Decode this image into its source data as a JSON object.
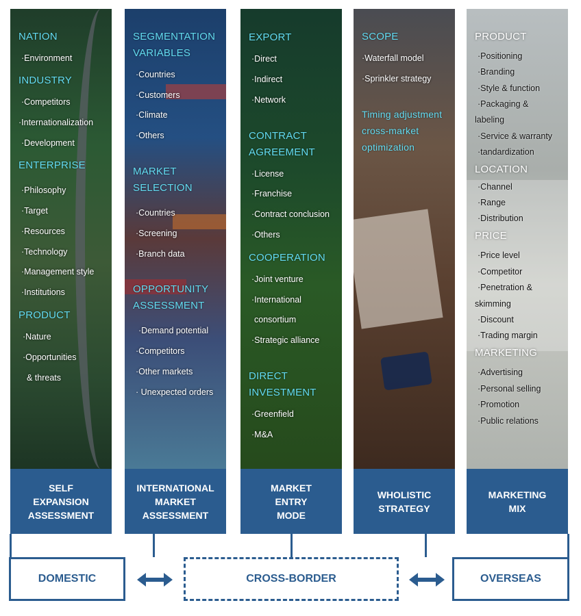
{
  "columns": [
    {
      "label_lines": [
        "SELF",
        "EXPANSION",
        "ASSESSMENT"
      ],
      "headings": [
        "NATION",
        "INDUSTRY",
        "ENTERPRISE",
        "PRODUCT"
      ],
      "items": [
        "·Environment",
        "·Competitors",
        "·Internationalization",
        "·Development",
        "·Philosophy",
        "·Target",
        "·Resources",
        "·Technology",
        "·Management style",
        "·Institutions",
        "·Nature",
        "·Opportunities",
        "& threats"
      ]
    },
    {
      "label_lines": [
        "INTERNATIONAL",
        "MARKET",
        "ASSESSMENT"
      ],
      "headings": [
        "SEGMENTATION",
        "VARIABLES",
        "MARKET",
        "SELECTION",
        "OPPORTUNITY",
        "ASSESSMENT"
      ],
      "items": [
        "·Countries",
        "·Customers",
        "·Climate",
        "·Others",
        "·Countries",
        "·Screening",
        "·Branch data",
        "·Demand potential",
        "·Competitors",
        "·Other markets",
        "· Unexpected orders"
      ]
    },
    {
      "label_lines": [
        "MARKET",
        "ENTRY",
        "MODE"
      ],
      "headings": [
        "EXPORT",
        "CONTRACT",
        "AGREEMENT",
        "COOPERATION",
        "DIRECT",
        "INVESTMENT"
      ],
      "items": [
        "·Direct",
        "·Indirect",
        "·Network",
        "·License",
        "·Franchise",
        "·Contract conclusion",
        "·Others",
        "·Joint venture",
        "·International",
        "consortium",
        "·Strategic alliance",
        "·Greenfield",
        "·M&A"
      ]
    },
    {
      "label_lines": [
        "WHOLISTIC",
        "STRATEGY"
      ],
      "headings": [
        "SCOPE",
        "Timing adjustment",
        "cross-market",
        "optimization"
      ],
      "items": [
        "·Waterfall model",
        "·Sprinkler strategy"
      ]
    },
    {
      "label_lines": [
        "MARKETING",
        "MIX"
      ],
      "headings": [
        "PRODUCT",
        "LOCATION",
        "PRICE",
        "MARKETING"
      ],
      "items": [
        "·Positioning",
        "·Branding",
        "·Style & function",
        "·Packaging &",
        "labeling",
        "·Service & warranty",
        "·tandardization",
        "·Channel",
        "·Range",
        "·Distribution",
        "·Price level",
        "·Competitor",
        "·Penetration &",
        "skimming",
        "·Discount",
        "·Trading margin",
        "·Advertising",
        "·Personal selling",
        "·Promotion",
        "·Public relations"
      ]
    }
  ],
  "bottom": {
    "domestic": "DOMESTIC",
    "cross_border": "CROSS-BORDER",
    "overseas": "OVERSEAS"
  },
  "colors": {
    "accent_blue": "#2b5c8f",
    "heading_cyan": "#63dcf2"
  }
}
